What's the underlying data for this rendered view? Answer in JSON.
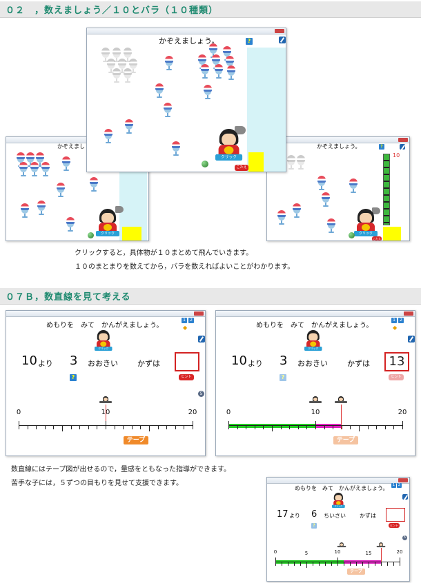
{
  "section1": {
    "header": "０２　，数えましょう／１０とバラ（１０種類）",
    "prompt": "かぞえましょう。",
    "prompt_short": "かぞえまし",
    "click_label": "クリック",
    "button_label": "こたえ",
    "counter_value": "10",
    "caption_line1": "クリックすると，具体物が１０まとめて飛んでいきます。",
    "caption_line2": "１０のまとまりを数えてから，バラを数えればよいことがわかります。"
  },
  "section2": {
    "header": "０７Ｂ，数直線を見て考える",
    "prompt": "めもりを　みて　かんがえましょう。",
    "click_label": "クリック",
    "hint_label": "ヒント",
    "tape_label": "テープ",
    "win1": {
      "base": "10",
      "yori": "より",
      "diff": "3",
      "relation": "おおきい",
      "kazu": "かずは",
      "answer": ""
    },
    "win2": {
      "base": "10",
      "yori": "より",
      "diff": "3",
      "relation": "おおきい",
      "kazu": "かずは",
      "answer": "13"
    },
    "win3": {
      "base": "17",
      "yori": "より",
      "diff": "6",
      "relation": "ちいさい",
      "kazu": "かずは",
      "answer": ""
    },
    "axis_labels": {
      "zero": "0",
      "five": "5",
      "ten": "10",
      "fifteen": "15",
      "twenty": "20"
    },
    "badges": {
      "one": "1",
      "two": "2",
      "five": "5"
    },
    "caption_line1": "数直線にはテープ図が出せるので，量感をともなった指導ができます。",
    "caption_line2": "苦手な子には，５ずつの目もりを見せて支援できます。"
  },
  "colors": {
    "header_text": "#1f8a70",
    "accent_red": "#d92626",
    "tape_orange": "#f08a2a",
    "green": "#22cc22",
    "magenta": "#e020c0"
  }
}
